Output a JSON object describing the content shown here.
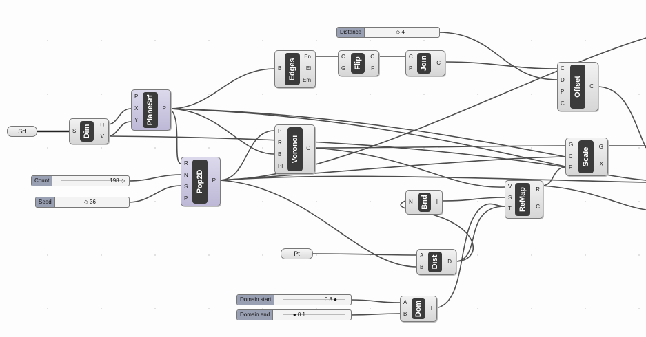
{
  "components": {
    "srf": {
      "label": "Srf"
    },
    "pt": {
      "label": "Pt"
    },
    "dim": {
      "name": "Dim",
      "inputs": [
        "S"
      ],
      "outputs": [
        "U",
        "V"
      ]
    },
    "planesrf": {
      "name": "PlaneSrf",
      "inputs": [
        "P",
        "X",
        "Y"
      ],
      "outputs": [
        "P"
      ]
    },
    "pop2d": {
      "name": "Pop2D",
      "inputs": [
        "R",
        "N",
        "S",
        "P"
      ],
      "outputs": [
        "P"
      ]
    },
    "voronoi": {
      "name": "Voronoi",
      "inputs": [
        "P",
        "R",
        "B",
        "Pl"
      ],
      "outputs": [
        "C"
      ]
    },
    "edges": {
      "name": "Edges",
      "inputs": [
        "B"
      ],
      "outputs": [
        "En",
        "Ei",
        "Em"
      ]
    },
    "flip": {
      "name": "Flip",
      "inputs": [
        "C",
        "G"
      ],
      "outputs": [
        "C",
        "F"
      ]
    },
    "join": {
      "name": "Join",
      "inputs": [
        "C",
        "P"
      ],
      "outputs": [
        "C"
      ]
    },
    "offset": {
      "name": "Offset",
      "inputs": [
        "C",
        "D",
        "P",
        "C"
      ],
      "outputs": [
        "C"
      ]
    },
    "scale": {
      "name": "Scale",
      "inputs": [
        "G",
        "C",
        "F"
      ],
      "outputs": [
        "G",
        "X"
      ]
    },
    "bnd": {
      "name": "Bnd",
      "inputs": [
        "N"
      ],
      "outputs": [
        "I"
      ]
    },
    "remap": {
      "name": "ReMap",
      "inputs": [
        "V",
        "S",
        "T"
      ],
      "outputs": [
        "R",
        "C"
      ]
    },
    "dist": {
      "name": "Dist",
      "inputs": [
        "A",
        "B"
      ],
      "outputs": [
        "D"
      ]
    },
    "dom": {
      "name": "Dom",
      "inputs": [
        "A",
        "B"
      ],
      "outputs": [
        "I"
      ]
    }
  },
  "sliders": {
    "distance": {
      "name": "Distance",
      "value": "◇ 4"
    },
    "count": {
      "name": "Count",
      "value": "198 ◇"
    },
    "seed": {
      "name": "Seed",
      "value": "◇ 36"
    },
    "domain_start": {
      "name": "Domain start",
      "value": "0.8 ●"
    },
    "domain_end": {
      "name": "Domain end",
      "value": "● 0.1"
    }
  }
}
